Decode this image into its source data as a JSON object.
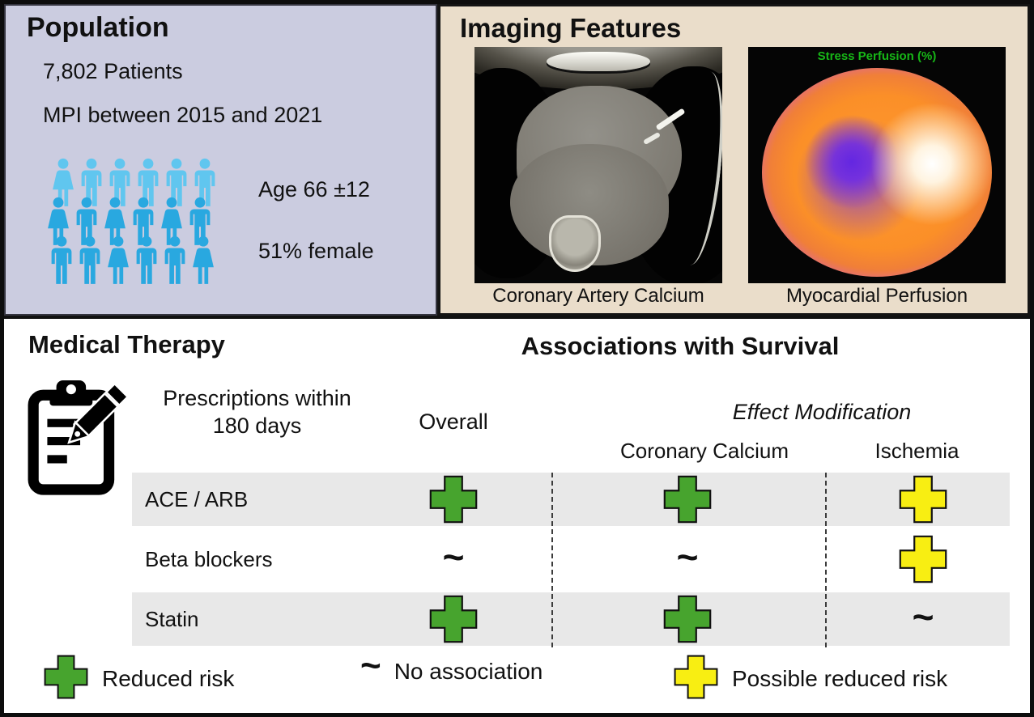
{
  "population": {
    "title": "Population",
    "patients": "7,802 Patients",
    "mpi_period": "MPI between 2015 and 2021",
    "age": "Age 66 ±12",
    "female": "51% female",
    "people_rows": [
      [
        "F",
        "M",
        "M",
        "M",
        "M",
        "M"
      ],
      [
        "F",
        "M",
        "F",
        "M",
        "F",
        "M"
      ],
      [
        "M",
        "M",
        "F",
        "M",
        "M",
        "F"
      ]
    ]
  },
  "imaging": {
    "title": "Imaging Features",
    "ct_caption": "Coronary Artery Calcium",
    "perfusion_caption": "Myocardial Perfusion",
    "perfusion_overlay_label": "Stress Perfusion (%)"
  },
  "therapy": {
    "title": "Medical Therapy",
    "prescriptions_line1": "Prescriptions within",
    "prescriptions_line2": "180 days"
  },
  "associations": {
    "title": "Associations with Survival",
    "col_overall": "Overall",
    "effect_modification": "Effect Modification",
    "col_coronary_calcium": "Coronary Calcium",
    "col_ischemia": "Ischemia",
    "rows": [
      {
        "label": "ACE / ARB",
        "overall": "reduced",
        "coronary_calcium": "reduced",
        "ischemia": "possible"
      },
      {
        "label": "Beta blockers",
        "overall": "none",
        "coronary_calcium": "none",
        "ischemia": "possible"
      },
      {
        "label": "Statin",
        "overall": "reduced",
        "coronary_calcium": "reduced",
        "ischemia": "none"
      }
    ]
  },
  "legend": [
    {
      "symbol": "reduced",
      "label": "Reduced risk"
    },
    {
      "symbol": "none",
      "label": "No association"
    },
    {
      "symbol": "possible",
      "label": "Possible reduced risk"
    }
  ],
  "colors": {
    "reduced_risk_green": "#47a42e",
    "possible_risk_yellow": "#f8ee12",
    "population_bg": "#cbcce0",
    "imaging_bg": "#eaddca",
    "row_gray": "#e8e8e8",
    "person_light_blue": "#60c6ef",
    "person_dark_blue": "#29a8e0",
    "overlay_green": "#17b717"
  }
}
